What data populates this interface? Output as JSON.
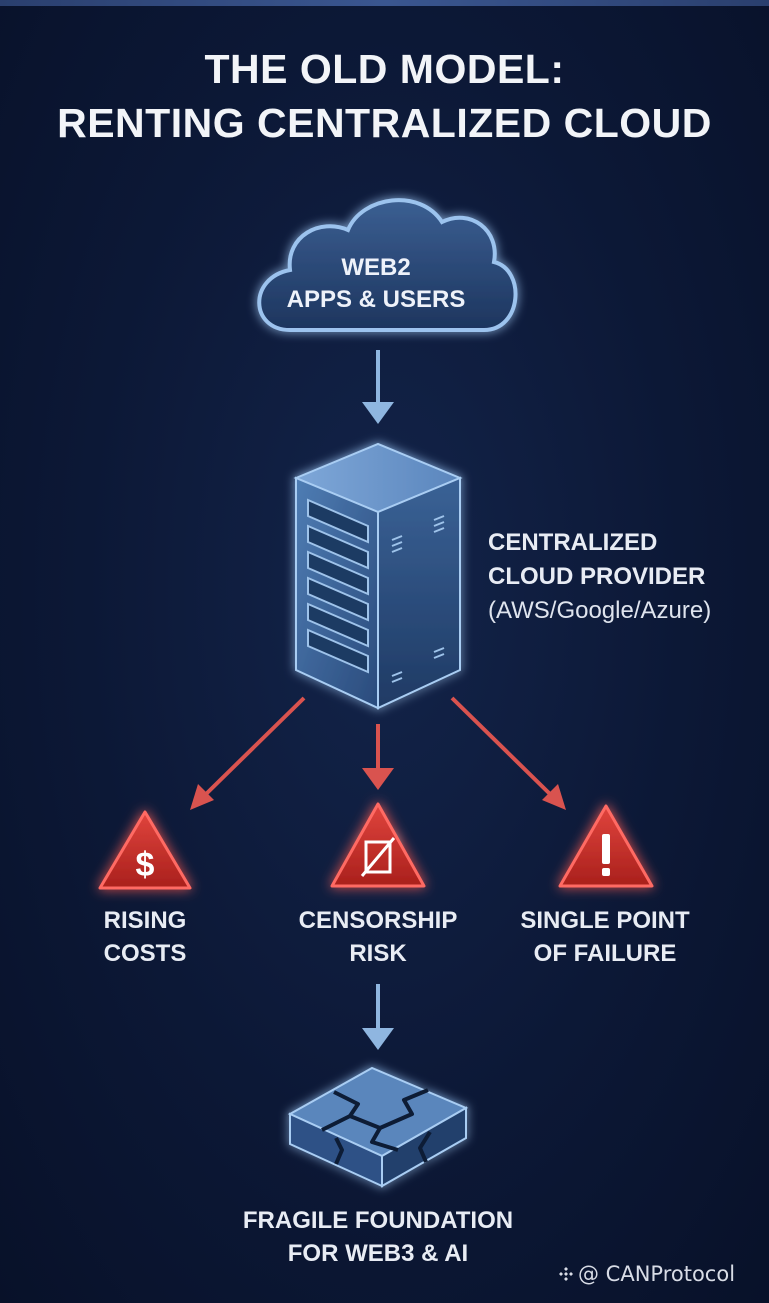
{
  "title": {
    "line1": "THE OLD MODEL:",
    "line2": "RENTING CENTRALIZED CLOUD"
  },
  "cloud": {
    "line1": "WEB2",
    "line2": "APPS & USERS"
  },
  "provider": {
    "line1": "CENTRALIZED",
    "line2": "CLOUD PROVIDER",
    "line3": "(AWS/Google/Azure)"
  },
  "risks": [
    {
      "icon": "dollar-warning-icon",
      "symbol": "$",
      "line1": "RISING",
      "line2": "COSTS"
    },
    {
      "icon": "censored-warning-icon",
      "symbol": "",
      "line1": "CENSORSHIP",
      "line2": "RISK"
    },
    {
      "icon": "exclamation-warning-icon",
      "symbol": "!",
      "line1": "SINGLE POINT",
      "line2": "OF FAILURE"
    }
  ],
  "foundation": {
    "line1": "FRAGILE FOUNDATION",
    "line2": "FOR WEB3 & AI"
  },
  "watermark": {
    "text": "@ CANProtocol"
  },
  "colors": {
    "background": "#0c1836",
    "arrow_blue": "#8fb6e0",
    "arrow_red": "#d9534f",
    "warning_red": "#c9302c",
    "server_blue": "#5f8fc4"
  }
}
